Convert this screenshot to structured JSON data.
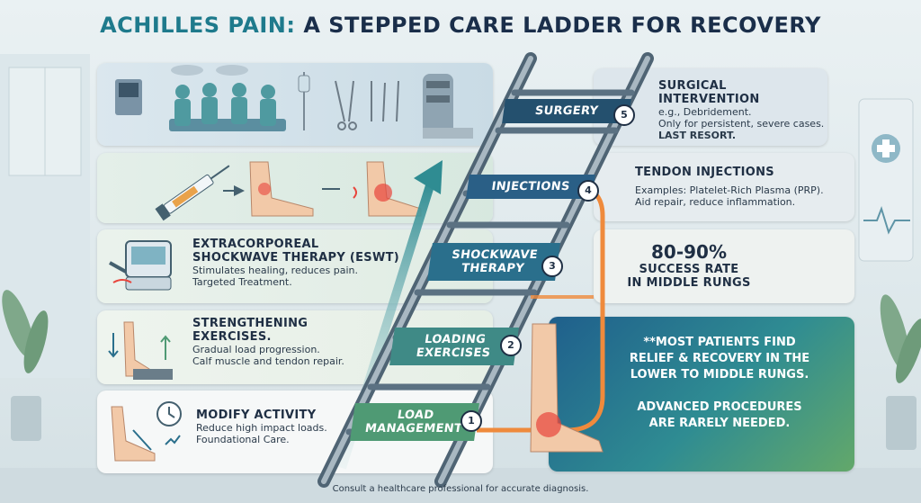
{
  "title": {
    "part1": "ACHILLES PAIN:",
    "part2": "A STEPPED CARE LADDER FOR RECOVERY"
  },
  "rungs": [
    {
      "num": "5",
      "label": "SURGERY"
    },
    {
      "num": "4",
      "label": "INJECTIONS"
    },
    {
      "num": "3",
      "label_line1": "SHOCKWAVE",
      "label_line2": "THERAPY"
    },
    {
      "num": "2",
      "label_line1": "LOADING",
      "label_line2": "EXERCISES"
    },
    {
      "num": "1",
      "label_line1": "LOAD",
      "label_line2": "MANAGEMENT"
    }
  ],
  "surgery_info": {
    "heading": "SURGICAL INTERVENTION",
    "line1": "e.g., Debridement.",
    "line2": "Only for persistent, severe cases.",
    "line3": "LAST RESORT."
  },
  "injections_info": {
    "heading": "TENDON INJECTIONS",
    "line1": "Examples: Platelet-Rich Plasma (PRP).",
    "line2": "Aid repair, reduce inflammation."
  },
  "success": {
    "value": "80-90%",
    "line1": "SUCCESS RATE",
    "line2": "IN MIDDLE RUNGS"
  },
  "eswt_info": {
    "heading1": "EXTRACORPOREAL",
    "heading2": "SHOCKWAVE THERAPY (ESWT)",
    "line1": "Stimulates healing, reduces pain.",
    "line2": "Targeted Treatment."
  },
  "strength_info": {
    "heading1": "STRENGTHENING",
    "heading2": "EXERCISES.",
    "line1": "Gradual load progression.",
    "line2": "Calf muscle and tendon repair."
  },
  "activity_info": {
    "heading": "MODIFY ACTIVITY",
    "line1": "Reduce high impact loads.",
    "line2": "Foundational Care."
  },
  "callout": {
    "line1": "**MOST PATIENTS FIND",
    "line2": "RELIEF & RECOVERY IN THE",
    "line3": "LOWER TO MIDDLE RUNGS.",
    "line4": "ADVANCED PROCEDURES",
    "line5": "ARE RARELY NEEDED."
  },
  "footer": "Consult a healthcare professional for accurate diagnosis.",
  "colors": {
    "teal": "#1e7a8c",
    "navy": "#1a2e4a",
    "rung_dark": "#24506e",
    "rung_mid": "#2a6f8c",
    "rung_green": "#4f9a74",
    "pain_red": "#e8453c"
  }
}
